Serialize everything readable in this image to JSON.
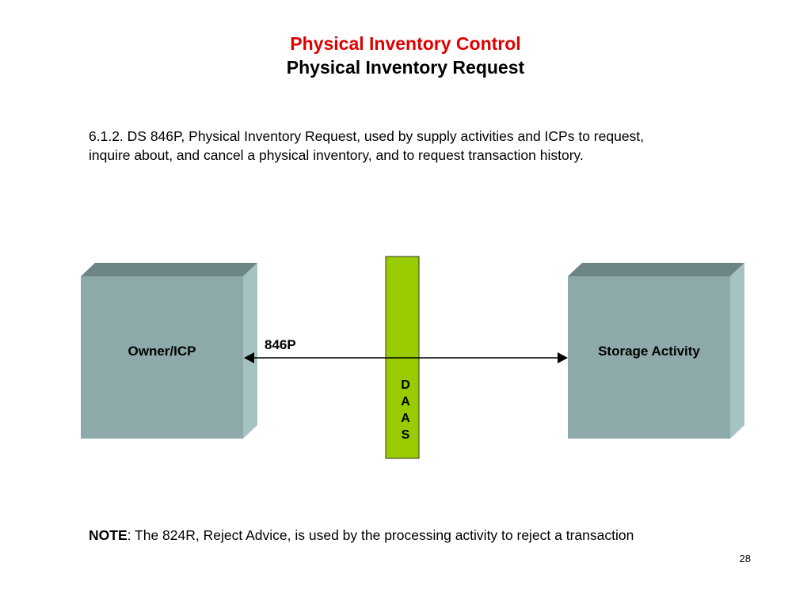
{
  "title": {
    "line1": "Physical Inventory Control",
    "line2": "Physical Inventory Request"
  },
  "paragraph": {
    "line1": "6.1.2. DS 846P, Physical Inventory Request, used by supply activities and ICPs to request,",
    "line2": "inquire about, and cancel a physical inventory, and to request transaction history."
  },
  "diagram": {
    "left_box": {
      "label": "Owner/ICP"
    },
    "right_box": {
      "label": "Storage Activity"
    },
    "connector": {
      "label": "846P"
    },
    "daas": {
      "letters": [
        "D",
        "A",
        "A",
        "S"
      ]
    }
  },
  "note": {
    "prefix": "NOTE",
    "text": ": The 824R, Reject Advice, is used by the processing activity to reject a transaction"
  },
  "page_number": "28",
  "colors": {
    "title_red": "#e00000",
    "box_front": "#8ea9a9",
    "box_top": "#6e8585",
    "box_side": "#a6c3c3",
    "daas_green": "#99cc00"
  }
}
